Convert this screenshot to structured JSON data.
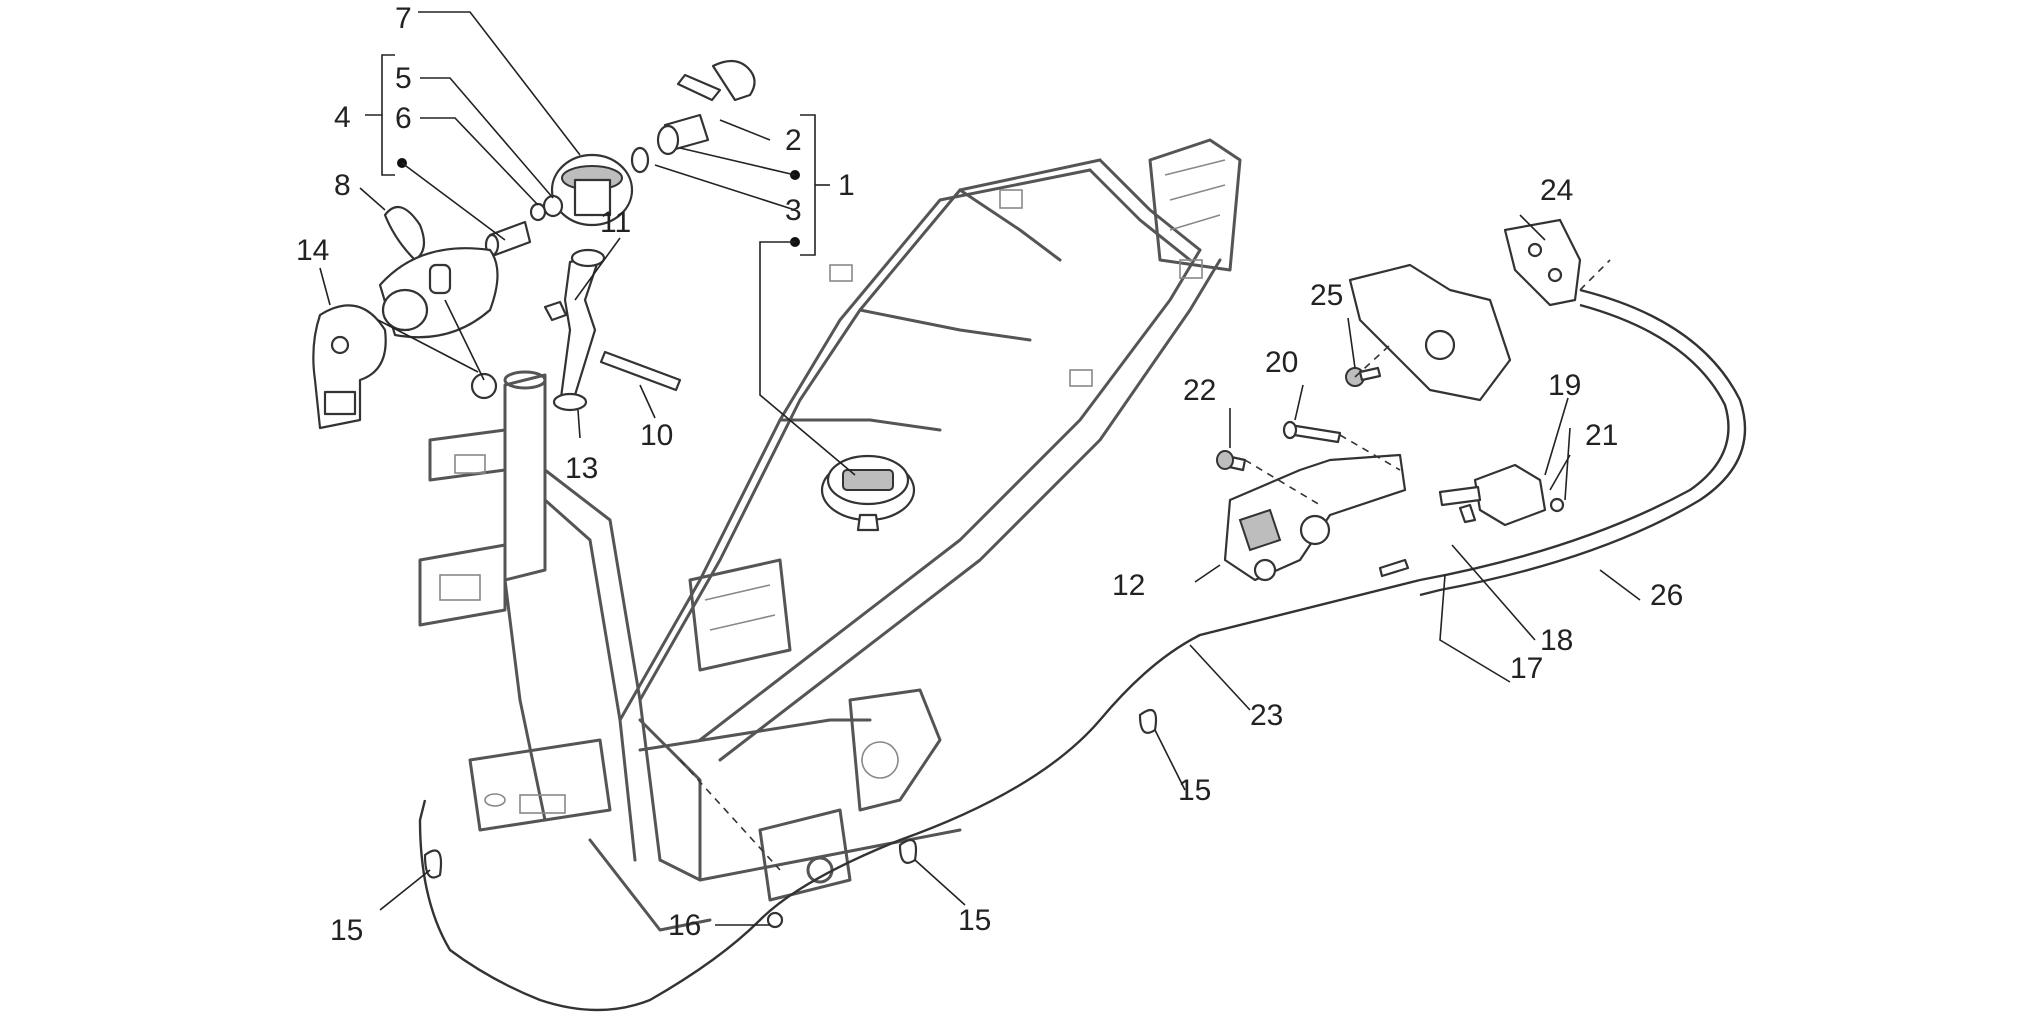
{
  "diagram": {
    "callouts": [
      {
        "id": "c1",
        "label": "1"
      },
      {
        "id": "c2",
        "label": "2"
      },
      {
        "id": "c3",
        "label": "3"
      },
      {
        "id": "c4",
        "label": "4"
      },
      {
        "id": "c5",
        "label": "5"
      },
      {
        "id": "c6",
        "label": "6"
      },
      {
        "id": "c7",
        "label": "7"
      },
      {
        "id": "c8",
        "label": "8"
      },
      {
        "id": "c10",
        "label": "10"
      },
      {
        "id": "c11",
        "label": "11"
      },
      {
        "id": "c12",
        "label": "12"
      },
      {
        "id": "c13",
        "label": "13"
      },
      {
        "id": "c14",
        "label": "14"
      },
      {
        "id": "c15a",
        "label": "15"
      },
      {
        "id": "c15b",
        "label": "15"
      },
      {
        "id": "c15c",
        "label": "15"
      },
      {
        "id": "c16",
        "label": "16"
      },
      {
        "id": "c17",
        "label": "17"
      },
      {
        "id": "c18",
        "label": "18"
      },
      {
        "id": "c19",
        "label": "19"
      },
      {
        "id": "c20",
        "label": "20"
      },
      {
        "id": "c21",
        "label": "21"
      },
      {
        "id": "c22",
        "label": "22"
      },
      {
        "id": "c23",
        "label": "23"
      },
      {
        "id": "c24",
        "label": "24"
      },
      {
        "id": "c25",
        "label": "25"
      },
      {
        "id": "c26",
        "label": "26"
      }
    ]
  }
}
